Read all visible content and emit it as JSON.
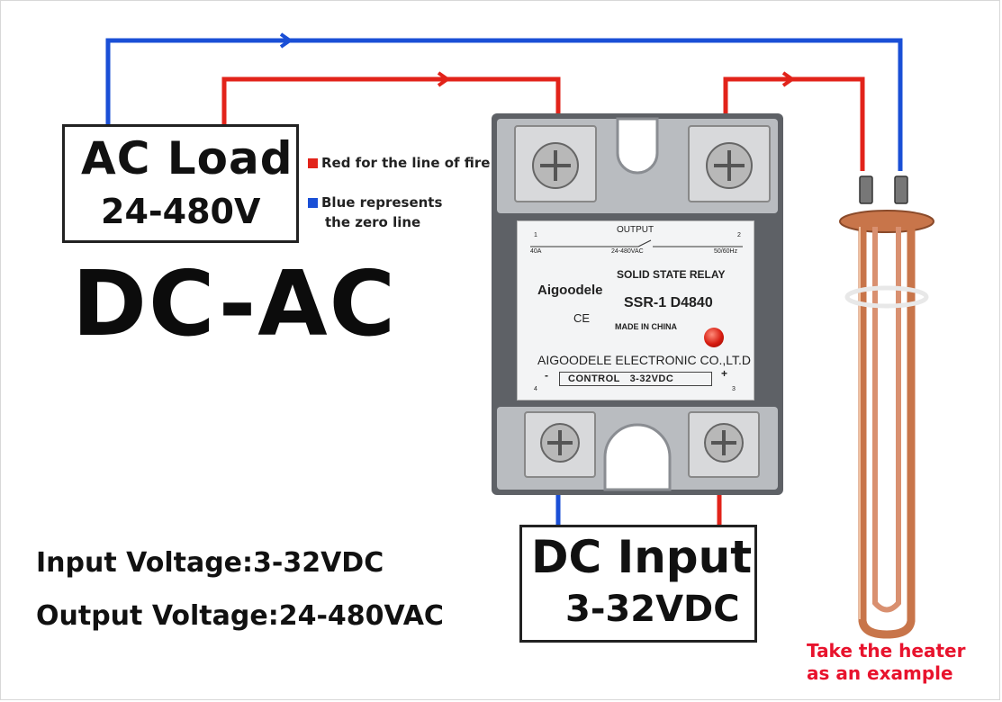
{
  "ac_load": {
    "title": "AC Load",
    "voltage": "24-480V"
  },
  "mode_title": "DC-AC",
  "legend": {
    "red": {
      "text": "Red for the line of fire",
      "color": "#e2231a"
    },
    "blue": {
      "line1": "Blue represents",
      "line2": "the zero line",
      "color": "#1a4fd6"
    }
  },
  "specs": {
    "input": "Input Voltage:3-32VDC",
    "output": "Output Voltage:24-480VAC"
  },
  "dc_input": {
    "title": "DC Input",
    "voltage": "3-32VDC"
  },
  "heater_note": {
    "line1": "Take the heater",
    "line2": "as an example"
  },
  "relay_plate": {
    "output_label": "OUTPUT",
    "terminal_1": "1",
    "terminal_2": "2",
    "current": "40A",
    "output_voltage": "24-480VAC",
    "frequency": "50/60Hz",
    "type": "SOLID STATE RELAY",
    "brand": "Aigoodele",
    "model": "SSR-1 D4840",
    "ce_mark": "CE",
    "origin": "MADE IN CHINA",
    "manufacturer": "AIGOODELE ELECTRONIC CO.,LT.D",
    "control_label": "CONTROL",
    "control_voltage": "3-32VDC",
    "terminal_3": "3",
    "terminal_4": "4",
    "minus": "-",
    "plus": "+"
  },
  "colors": {
    "live": "#e2231a",
    "neutral": "#1a4fd6",
    "note": "#e8132d",
    "copper": "#c8754a"
  }
}
